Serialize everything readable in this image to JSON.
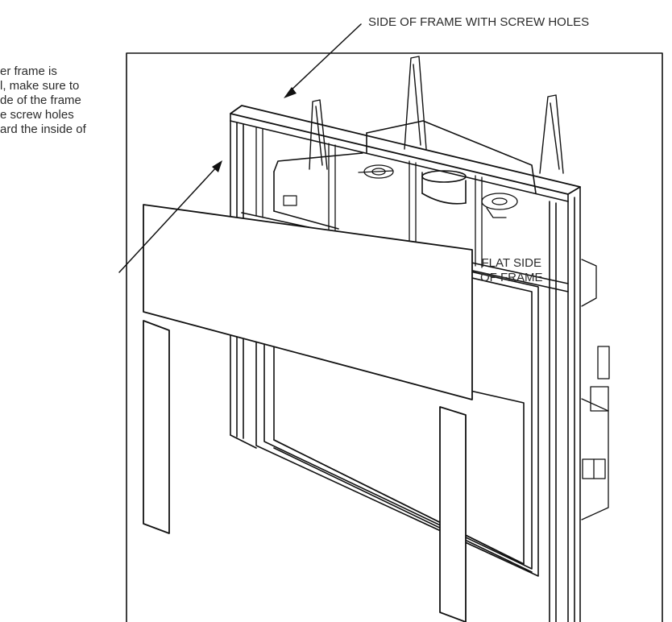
{
  "labels": {
    "screw_side": "SIDE OF FRAME WITH SCREW HOLES",
    "note_lines": [
      "er frame is",
      "l, make sure to",
      "de of the frame",
      "e screw holes",
      "ard the inside of"
    ],
    "flat_side_lines": [
      "FLAT SIDE",
      "OF FRAME"
    ]
  },
  "colors": {
    "line": "#111111",
    "text": "#2b2b2b",
    "background": "#ffffff"
  }
}
